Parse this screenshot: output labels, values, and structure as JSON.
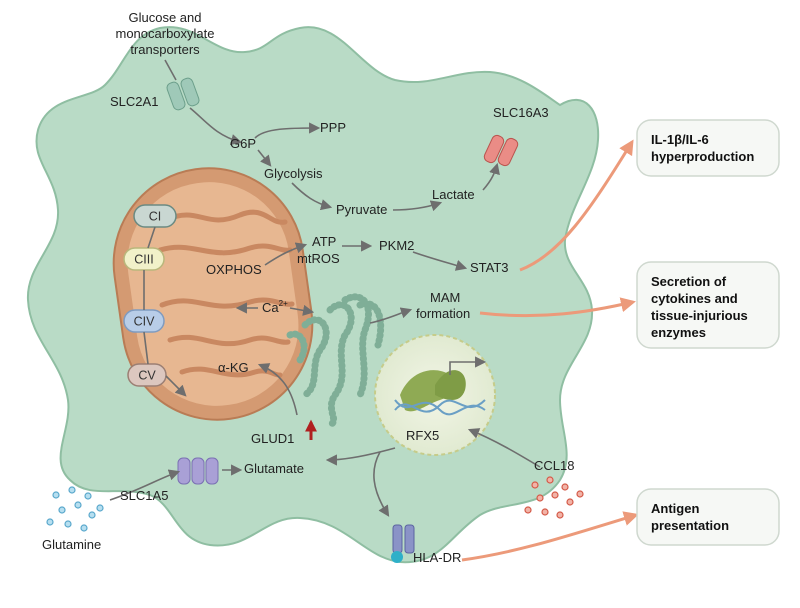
{
  "labels": {
    "transporters_line1": "Glucose and",
    "transporters_line2": "monocarboxylate",
    "transporters_line3": "transporters",
    "slc2a1": "SLC2A1",
    "g6p": "G6P",
    "ppp": "PPP",
    "glycolysis": "Glycolysis",
    "pyruvate": "Pyruvate",
    "lactate": "Lactate",
    "slc16a3": "SLC16A3",
    "atp": "ATP",
    "mtros": "mtROS",
    "pkm2": "PKM2",
    "stat3": "STAT3",
    "oxphos": "OXPHOS",
    "ca": "Ca",
    "ca_sup": "2+",
    "mam_line1": "MAM",
    "mam_line2": "formation",
    "akg": "α-KG",
    "glud1": "GLUD1",
    "glutamate": "Glutamate",
    "rfx5": "RFX5",
    "ccl18": "CCL18",
    "slc1a5": "SLC1A5",
    "glutamine": "Glutamine",
    "hla_dr": "HLA-DR"
  },
  "complexes": [
    "CI",
    "CIII",
    "CIV",
    "CV"
  ],
  "outcomes": [
    {
      "line1": "IL-1β/IL-6",
      "line2": "hyperproduction",
      "line3": ""
    },
    {
      "line1": "Secretion of",
      "line2": "cytokines and",
      "line3": "tissue-injurious",
      "line4": "enzymes"
    },
    {
      "line1": "Antigen",
      "line2": "presentation",
      "line3": ""
    }
  ],
  "colors": {
    "cell_fill": "#b9dbc6",
    "cell_stroke": "#8fbea2",
    "mito_outer": "#d49a72",
    "mito_inner": "#e7b791",
    "nucleus": "#e6eed8",
    "er": "#9fc8b3",
    "outcome_arrow": "#ec9a7a",
    "upregulation_arrow": "#b01f1f"
  }
}
